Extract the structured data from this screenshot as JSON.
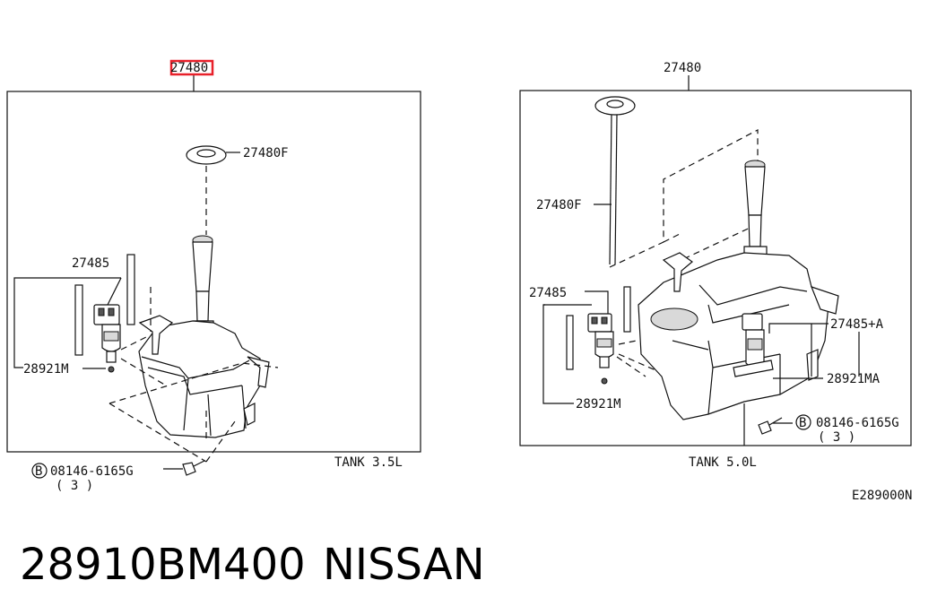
{
  "left_assembly": {
    "tank_part_no": "27480",
    "cap_part_no": "27480F",
    "pump_part_no": "27485",
    "grommet_part_no": "28921M",
    "bolt_symbol": "B",
    "bolt_part_no": "08146-6165G",
    "bolt_qty": "( 3 )",
    "capacity": "TANK 3.5L"
  },
  "right_assembly": {
    "tank_part_no": "27480",
    "cap_part_no": "27480F",
    "pump_part_no": "27485",
    "pump2_part_no": "27485+A",
    "grommet_part_no": "28921M",
    "grommet2_part_no": "28921MA",
    "bolt_symbol": "B",
    "bolt_part_no": "08146-6165G",
    "bolt_qty": "( 3 )",
    "capacity": "TANK 5.0L"
  },
  "diagram_code": "E289000N",
  "footer": {
    "part_number": "28910BM400",
    "brand": "NISSAN"
  },
  "highlight_color": "#e8202a"
}
